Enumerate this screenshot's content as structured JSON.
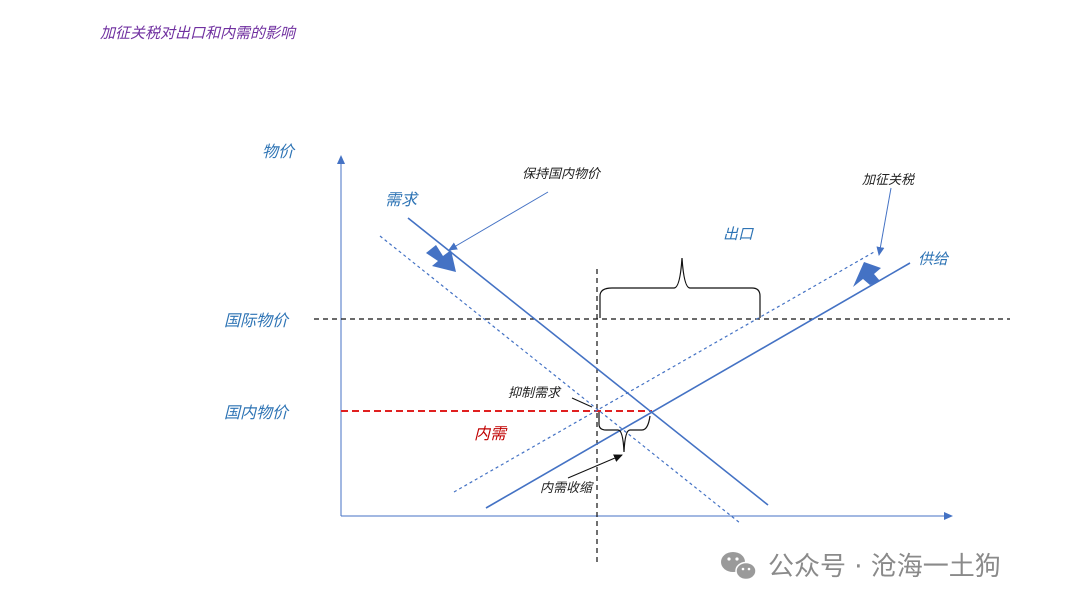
{
  "title": "加征关税对出口和内需的影响",
  "labels": {
    "y_axis": "物价",
    "demand": "需求",
    "supply": "供给",
    "world_price": "国际物价",
    "domestic_price": "国内物价",
    "domestic_demand": "内需",
    "export": "出口",
    "keep_domestic_price": "保持国内物价",
    "add_tariff": "加征关税",
    "suppress_demand": "抑制需求",
    "demand_shrink": "内需收缩"
  },
  "watermark": {
    "text": "公众号 · 沧海一土狗",
    "icon": "wechat-icon"
  },
  "colors": {
    "title": "#7030a0",
    "line": "#4472c4",
    "label": "#2e74b5",
    "red": "#c00000"
  }
}
